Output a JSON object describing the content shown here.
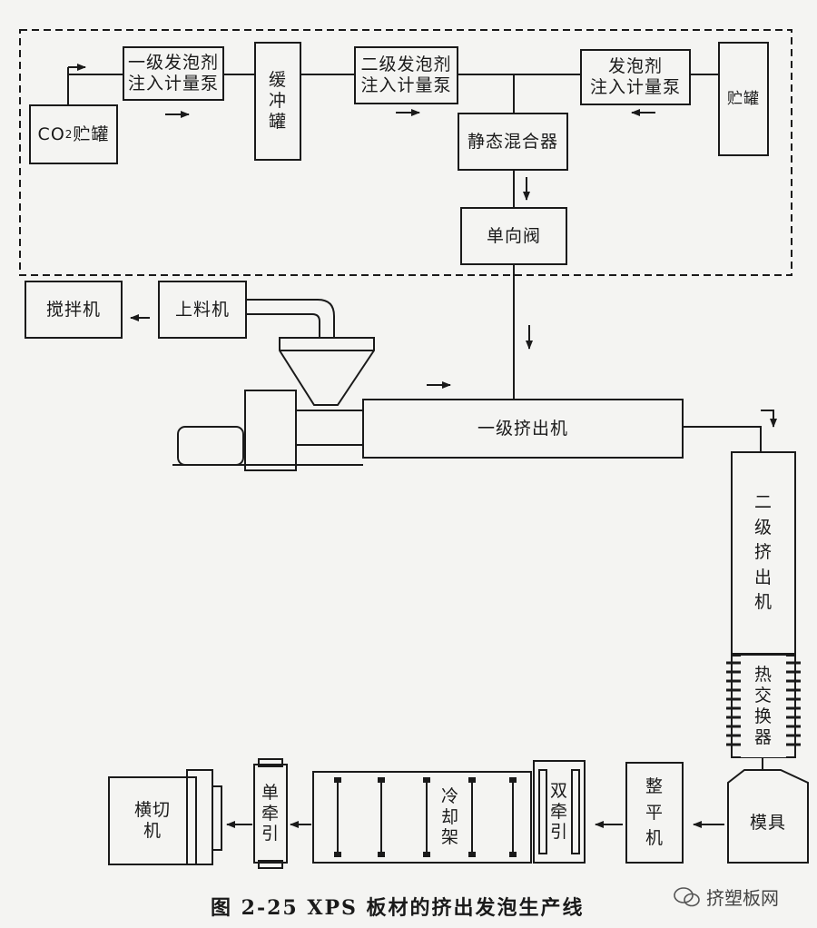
{
  "nodes": {
    "co2_tank": {
      "main": "CO",
      "sub": "2",
      "rest": "贮罐"
    },
    "pump1": "一级发泡剂\n注入计量泵",
    "buffer_tank": "缓\n冲\n罐",
    "pump2": "二级发泡剂\n注入计量泵",
    "pump3": "发泡剂\n注入计量泵",
    "storage_tank": "贮罐",
    "static_mixer": "静态混合器",
    "check_valve": "单向阀",
    "mixer": "搅拌机",
    "feeder": "上料机",
    "extruder1": "一级挤出机",
    "extruder2": "二\n级\n挤\n出\n机",
    "heat_exchanger": "热\n交\n换\n器",
    "die": "模具",
    "leveler": "整\n平\n机",
    "double_haul_off": "双\n牵\n引",
    "cooling_rack": "冷\n却\n架",
    "single_haul_off": "单\n牵\n引",
    "cross_cutter": "横切\n机"
  },
  "caption": "图 2-25   XPS 板材的挤出发泡生产线",
  "watermark": "挤塑板网"
}
